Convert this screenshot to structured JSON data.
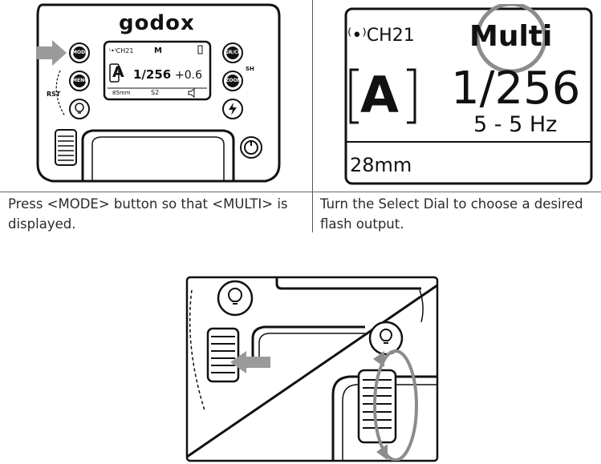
{
  "figure1": {
    "brand": "Godox",
    "buttons": {
      "mode": "MODE",
      "menu": "MENU",
      "rst": "RST",
      "gr_ch": "GR/CH",
      "zoom": "ZOOM",
      "sync": "SH"
    },
    "screen": {
      "channel": "CH21",
      "mode_indicator": "M",
      "mode_letter": "A",
      "power": "1/256",
      "compensation": "+0.6",
      "zoom": "85mm",
      "group": "S2"
    }
  },
  "figure2": {
    "channel": "CH21",
    "mode_label": "Multi",
    "mode_letter": "A",
    "power": "1/256",
    "frequency": "5 - 5 Hz",
    "zoom": "28mm"
  },
  "captions": {
    "left": "Press <MODE> button so that <MULTI> is displayed.",
    "right": "Turn the Select Dial to choose a desired flash output."
  }
}
